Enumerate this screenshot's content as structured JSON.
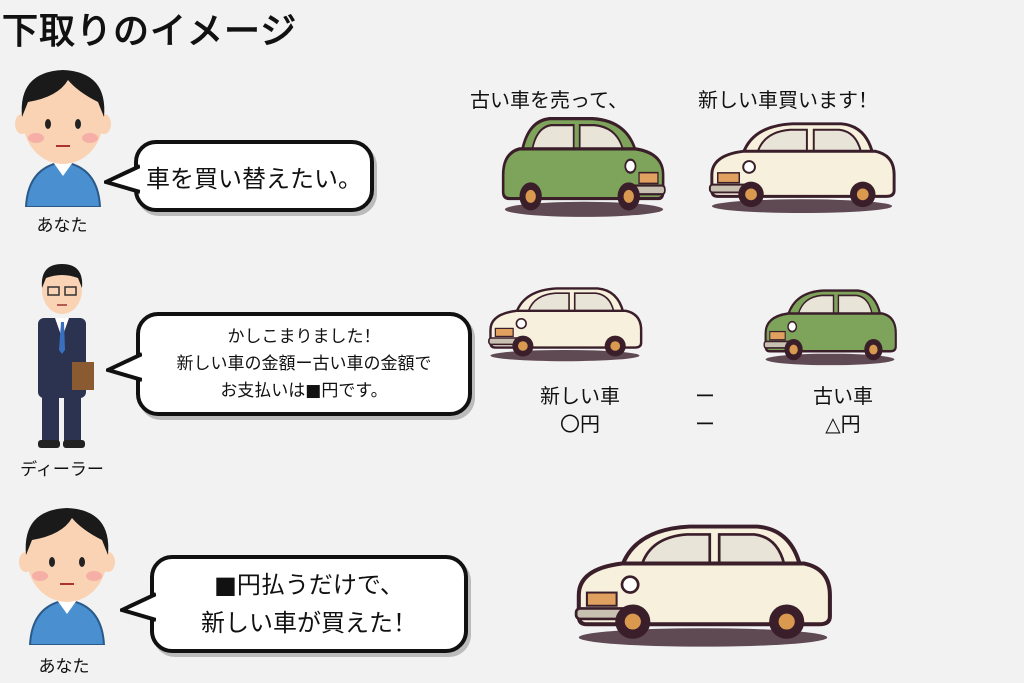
{
  "title": "下取りのイメージ",
  "scene1": {
    "speaker": "あなた",
    "bubble": [
      "車を買い替えたい。"
    ],
    "sell_caption": "古い車を売って、",
    "buy_caption": "新しい車買います！"
  },
  "scene2": {
    "speaker": "ディーラー",
    "bubble": [
      "かしこまりました！",
      "新しい車の金額ー古い車の金額で",
      "お支払いは■円です。"
    ],
    "formula": {
      "left_label": "新しい車",
      "left_value": "〇円",
      "op": "ー",
      "right_label": "古い車",
      "right_value": "△円"
    }
  },
  "scene3": {
    "speaker": "あなた",
    "bubble": [
      "■円払うだけで、",
      "新しい車が買えた！"
    ]
  },
  "colors": {
    "green": "#7ea35a",
    "cream": "#f6f0dc",
    "outline": "#3a1e2a",
    "shirt": "#4a8fd0",
    "suit": "#2b3350"
  }
}
